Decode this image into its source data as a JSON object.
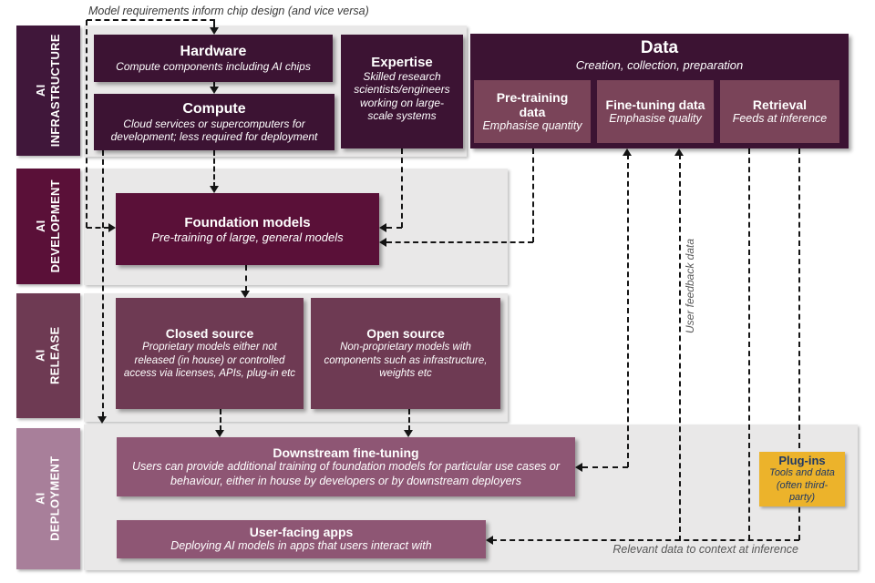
{
  "palette": {
    "deep_purple": "#3c1333",
    "maroon": "#5a1038",
    "plum": "#6e3a53",
    "data_sub_box": "#7a4459",
    "mauve": "#8e5674",
    "light_mauve_band": "#a87f9a",
    "section_gray": "#e9e8e8",
    "plugin_gold": "#ecb32b",
    "plugin_text_blue": "#1f3864",
    "connector_black": "#141414"
  },
  "annotations": {
    "top": "Model requirements inform chip design (and vice versa)",
    "user_feedback": "User feedback data",
    "relevant_data": "Relevant data to context at inference"
  },
  "sidebar": {
    "items": [
      {
        "line1": "AI",
        "line2": "INFRASTRUCTURE"
      },
      {
        "line1": "AI",
        "line2": "DEVELOPMENT"
      },
      {
        "line1": "AI",
        "line2": "RELEASE"
      },
      {
        "line1": "AI",
        "line2": "DEPLOYMENT"
      }
    ]
  },
  "boxes": {
    "hardware": {
      "title": "Hardware",
      "subtitle": "Compute components including AI chips"
    },
    "compute": {
      "title": "Compute",
      "subtitle": "Cloud services or supercomputers for development; less required for deployment"
    },
    "expertise": {
      "title": "Expertise",
      "subtitle": "Skilled research scientists/engineers working on large-scale systems"
    },
    "data": {
      "title": "Data",
      "subtitle": "Creation, collection, preparation",
      "pretraining": {
        "title": "Pre-training data",
        "subtitle": "Emphasise quantity"
      },
      "finetuning": {
        "title": "Fine-tuning data",
        "subtitle": "Emphasise quality"
      },
      "retrieval": {
        "title": "Retrieval",
        "subtitle": "Feeds at inference"
      }
    },
    "foundation": {
      "title": "Foundation models",
      "subtitle": "Pre-training of large, general models"
    },
    "closed_source": {
      "title": "Closed source",
      "subtitle": "Proprietary models either not released (in house) or controlled access via licenses, APIs, plug-in etc"
    },
    "open_source": {
      "title": "Open source",
      "subtitle": "Non-proprietary models with components such as infrastructure, weights etc"
    },
    "downstream": {
      "title": "Downstream fine-tuning",
      "subtitle": "Users can provide additional training of foundation models for particular use cases or behaviour, either in house by developers or by downstream deployers"
    },
    "user_apps": {
      "title": "User-facing apps",
      "subtitle": "Deploying AI models in apps that users interact with"
    },
    "plugins": {
      "title": "Plug-ins",
      "subtitle": "Tools and data (often third-party)"
    }
  }
}
